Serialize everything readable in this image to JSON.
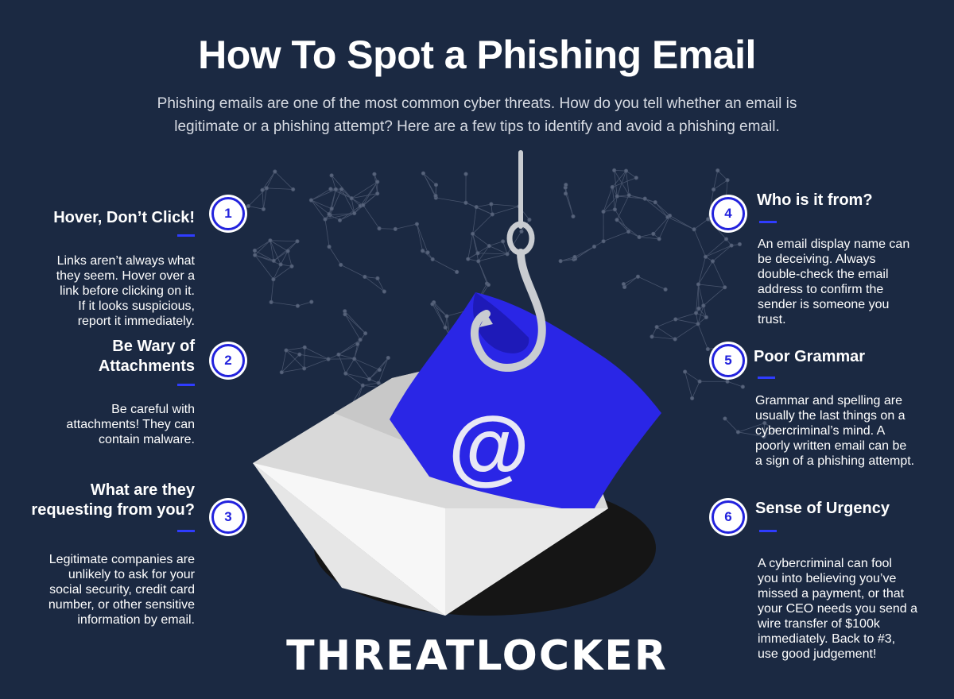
{
  "header": {
    "title": "How To Spot a Phishing Email",
    "intro_line1": "Phishing emails are one of the most common cyber threats. How do you tell whether an email is",
    "intro_line2": "legitimate or a phishing attempt? Here are a few tips to identify and avoid a phishing email."
  },
  "tips": [
    {
      "number": "1",
      "heading_lines": [
        "Hover, Don’t Click!"
      ],
      "body_lines": [
        "Links aren’t always what",
        "they seem. Hover over a",
        "link before clicking on it.",
        "If it looks suspicious,",
        "report it immediately."
      ]
    },
    {
      "number": "2",
      "heading_lines": [
        "Be Wary of",
        "Attachments"
      ],
      "body_lines": [
        "Be careful with",
        "attachments! They can",
        "contain malware."
      ]
    },
    {
      "number": "3",
      "heading_lines": [
        "What are they",
        "requesting from you?"
      ],
      "body_lines": [
        "Legitimate companies are",
        "unlikely to ask for your",
        "social security, credit card",
        "number, or other sensitive",
        "information by email."
      ]
    },
    {
      "number": "4",
      "heading_lines": [
        "Who is it from?"
      ],
      "body_lines": [
        "An email display name can",
        "be deceiving. Always",
        "double-check the email",
        "address to confirm the",
        "sender is someone you",
        "trust."
      ]
    },
    {
      "number": "5",
      "heading_lines": [
        "Poor Grammar"
      ],
      "body_lines": [
        "Grammar and spelling are",
        "usually the last things on a",
        "cybercriminal’s mind. A",
        "poorly written email can be",
        "a sign of a phishing attempt."
      ]
    },
    {
      "number": "6",
      "heading_lines": [
        "Sense of Urgency"
      ],
      "body_lines": [
        "A cybercriminal can fool",
        "you into believing you’ve",
        "missed a payment, or that",
        "your CEO needs you send a",
        "wire transfer of $100k",
        "immediately.  Back to #3,",
        "use good judgement!"
      ]
    }
  ],
  "brand": {
    "logo_text": "THREATLOCKER"
  },
  "illustration": {
    "at_symbol": "@"
  },
  "colors": {
    "background": "#1b2942",
    "accent_blue": "#2a26e6",
    "envelope_white": "#f2f2f2"
  }
}
